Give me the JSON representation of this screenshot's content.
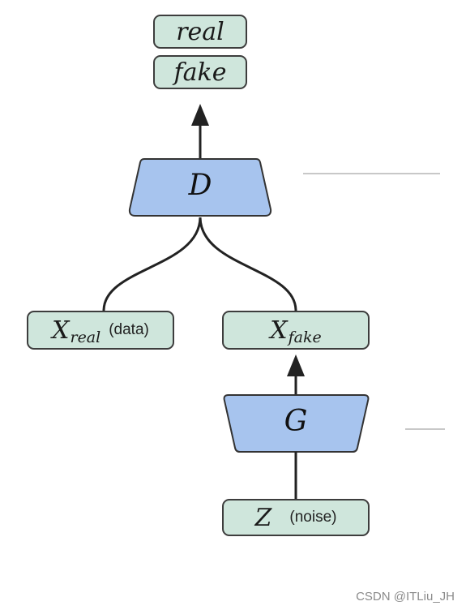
{
  "outputs": {
    "real": "real",
    "fake": "fake"
  },
  "discriminator": {
    "label": "D",
    "color": "#a7c4ee"
  },
  "generator": {
    "label": "G",
    "color": "#a7c4ee"
  },
  "x_real": {
    "symbol": "X",
    "subscript": "real",
    "note": "(data)"
  },
  "x_fake": {
    "symbol": "X",
    "subscript": "fake"
  },
  "z": {
    "symbol": "Z",
    "note": "(noise)"
  },
  "colors": {
    "box_fill": "#cfe6dc",
    "stroke": "#222222"
  },
  "watermark": "CSDN @ITLiu_JH"
}
